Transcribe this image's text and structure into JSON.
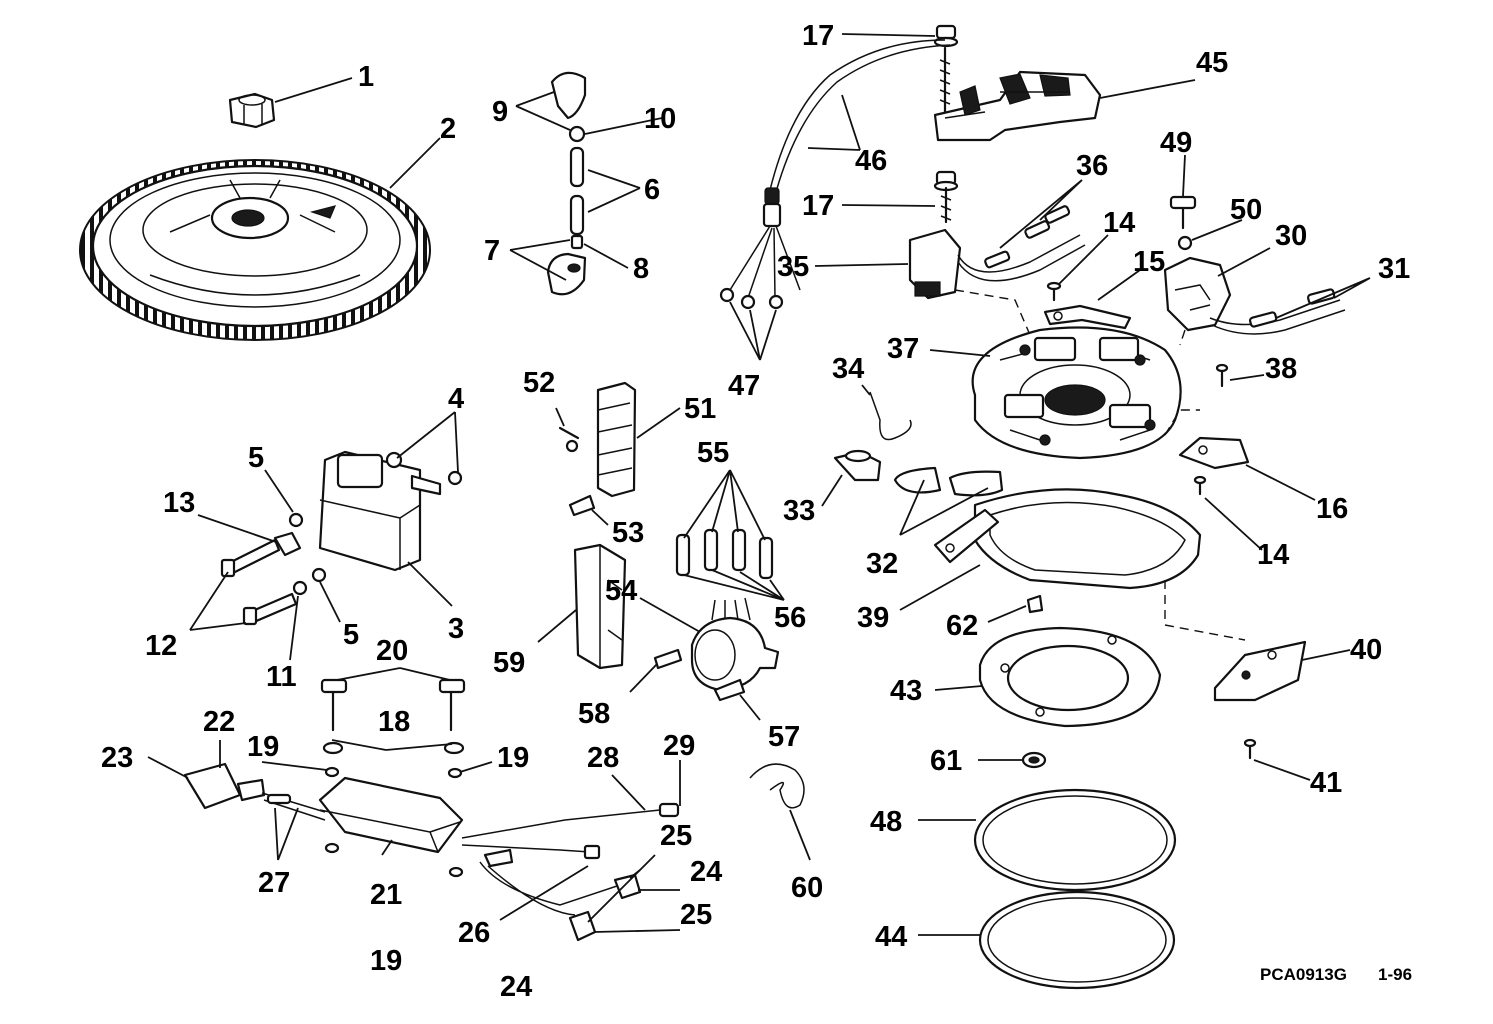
{
  "diagram": {
    "labels": [
      "1",
      "2",
      "3",
      "4",
      "5",
      "6",
      "7",
      "8",
      "9",
      "10",
      "11",
      "12",
      "13",
      "14",
      "15",
      "16",
      "17",
      "18",
      "19",
      "20",
      "21",
      "22",
      "23",
      "24",
      "25",
      "26",
      "27",
      "28",
      "29",
      "30",
      "31",
      "32",
      "33",
      "34",
      "35",
      "36",
      "37",
      "38",
      "39",
      "40",
      "41",
      "43",
      "44",
      "45",
      "46",
      "47",
      "48",
      "49",
      "50",
      "51",
      "52",
      "53",
      "54",
      "55",
      "56",
      "57",
      "58",
      "59",
      "60",
      "61",
      "62"
    ],
    "drawing_code": "PCA0913G",
    "date_code": "1-96"
  }
}
